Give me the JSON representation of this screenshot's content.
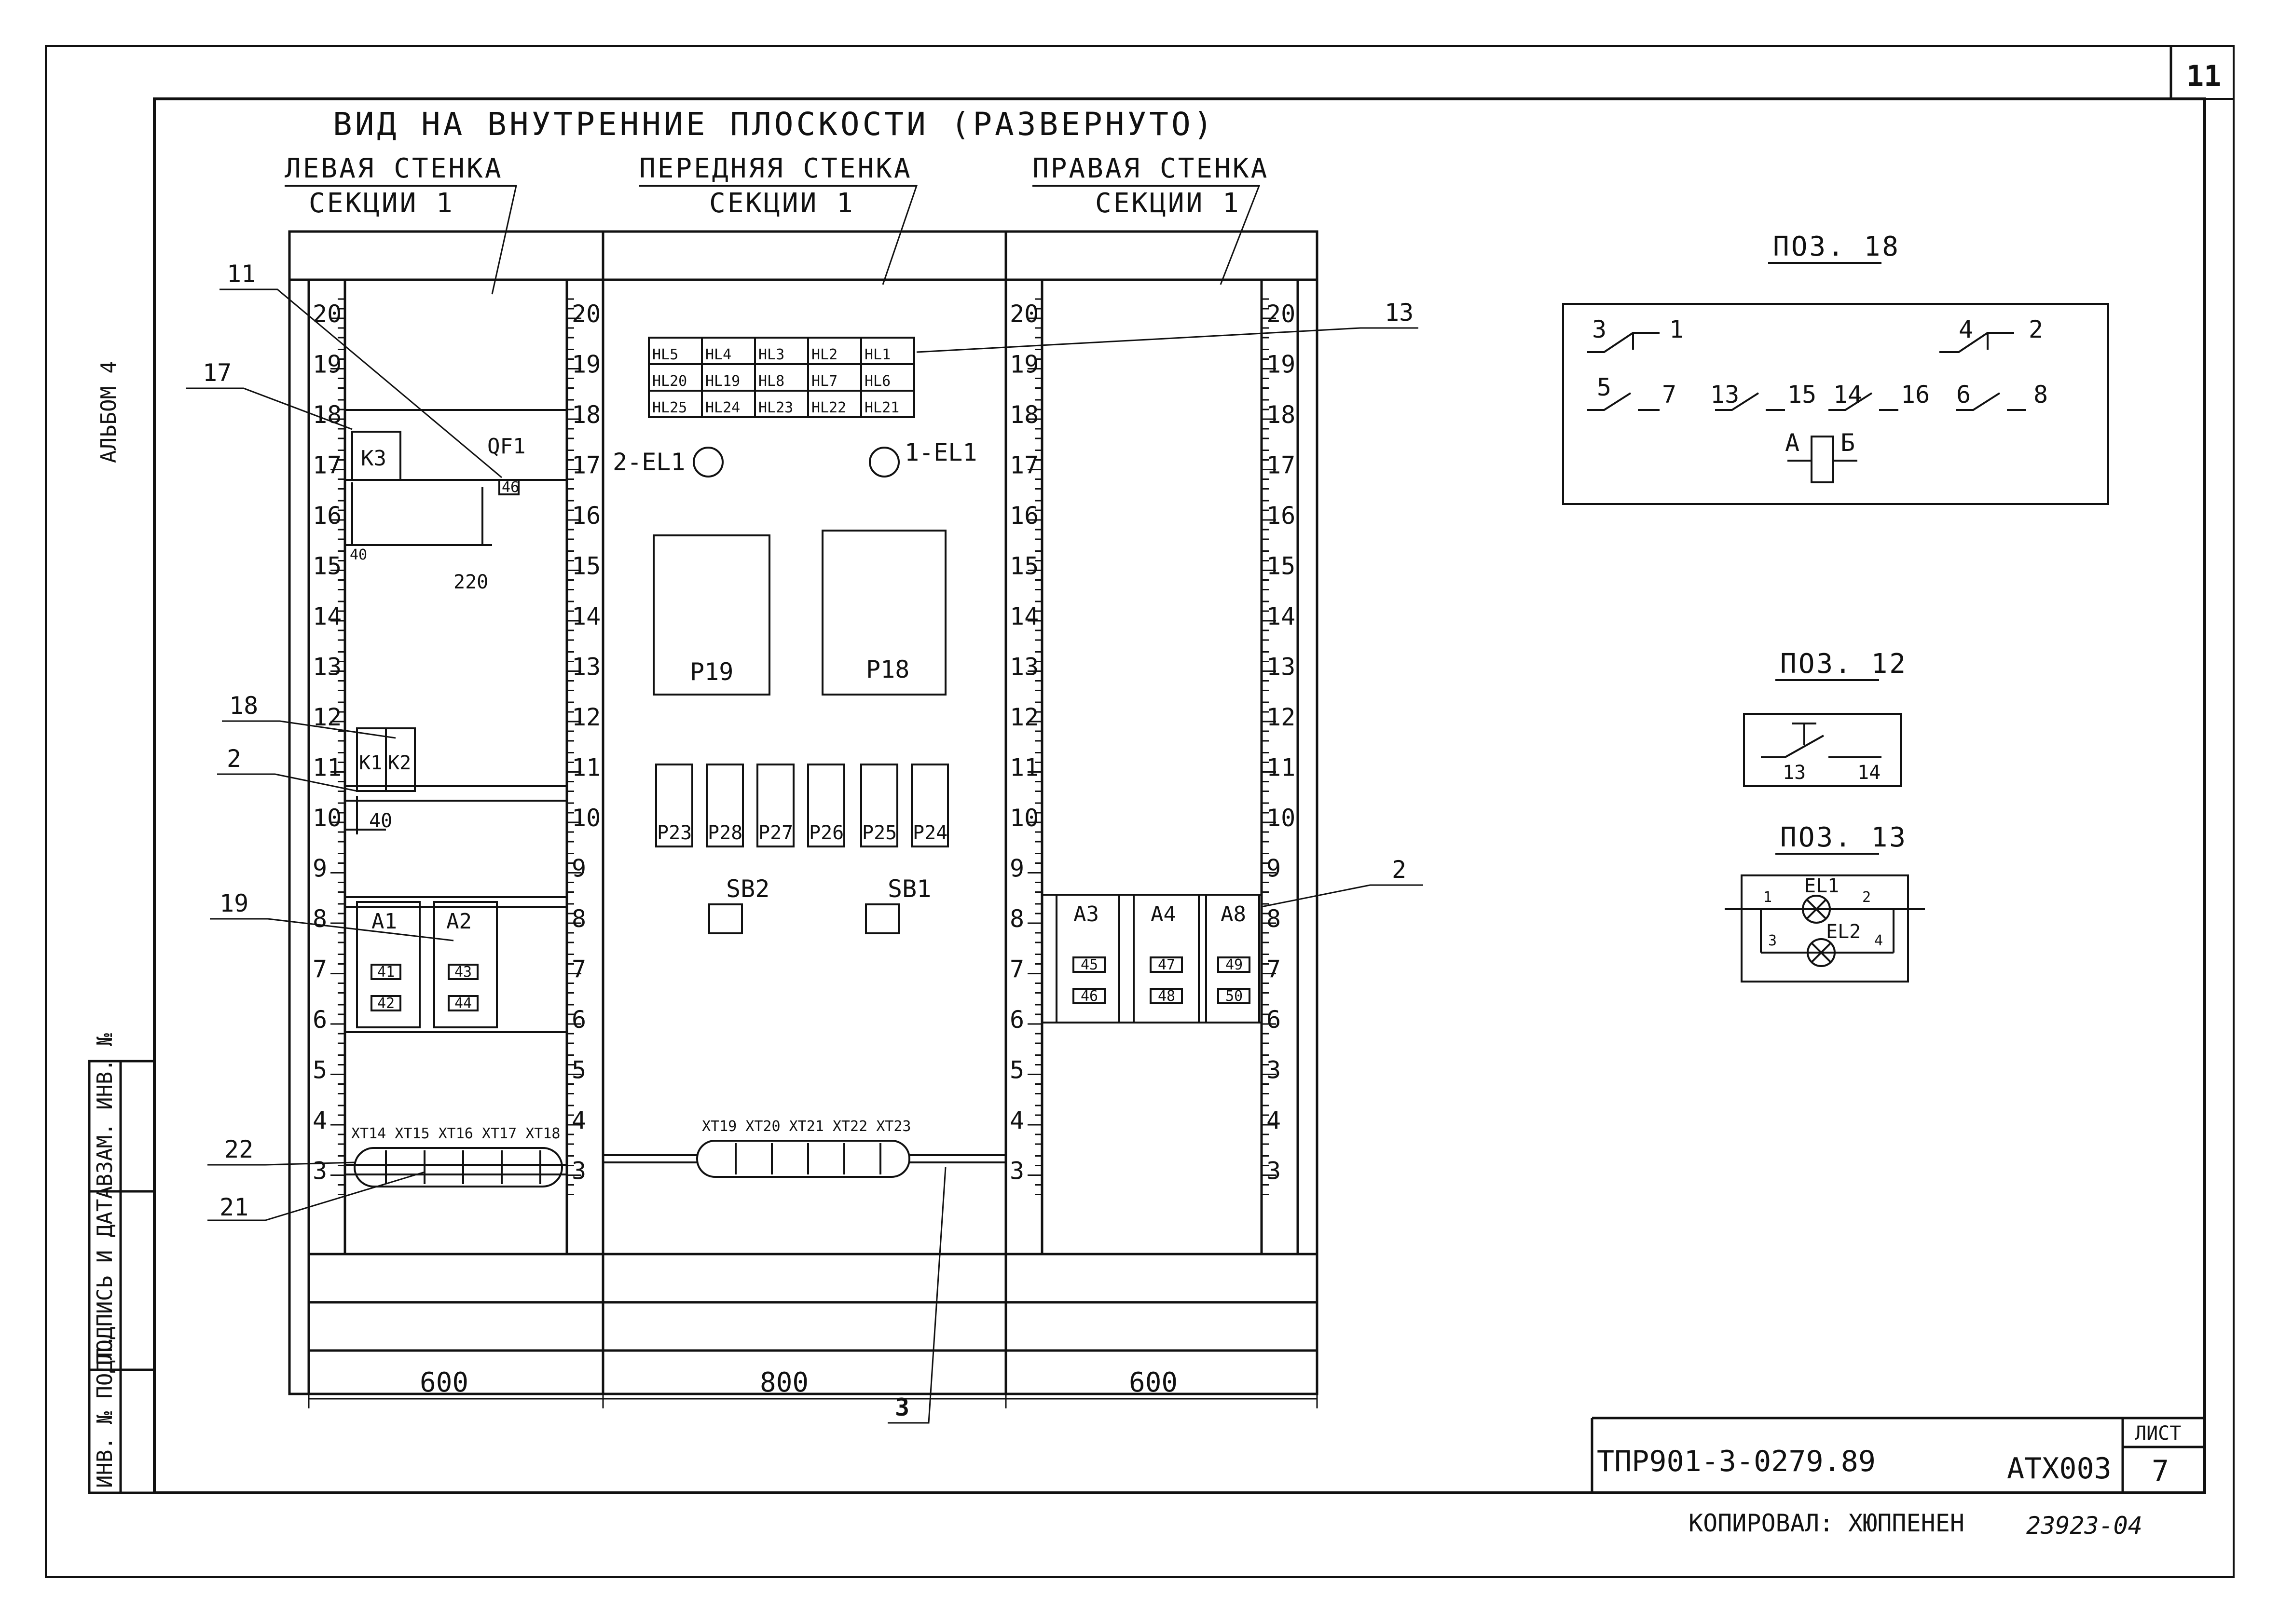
{
  "title": "ВИД НА ВНУТРЕННИЕ ПЛОСКОСТИ (РАЗВЕРНУТО)",
  "sheet_corner": "11",
  "album_label": "АЛЬБОМ 4",
  "walls": {
    "left": {
      "line1": "ЛЕВАЯ СТЕНКА",
      "line2": "СЕКЦИИ 1"
    },
    "front": {
      "line1": "ПЕРЕДНЯЯ СТЕНКА",
      "line2": "СЕКЦИИ 1"
    },
    "right": {
      "line1": "ПРАВАЯ СТЕНКА",
      "line2": "СЕКЦИИ 1"
    }
  },
  "ruler_left": [
    "20",
    "19",
    "18",
    "17",
    "16",
    "15",
    "14",
    "13",
    "12",
    "11",
    "10",
    "9",
    "8",
    "7",
    "6",
    "5",
    "4",
    "3"
  ],
  "ruler_right_panel": [
    "20",
    "19",
    "18",
    "17",
    "16",
    "15",
    "14",
    "13",
    "12",
    "11",
    "10",
    "9",
    "8",
    "7",
    "6",
    "3",
    "4",
    "3"
  ],
  "callouts": {
    "c11": "11",
    "c17": "17",
    "c18": "18",
    "c2_left": "2",
    "c19": "19",
    "c22": "22",
    "c21": "21",
    "c13": "13",
    "c2_right": "2",
    "c3": "3"
  },
  "left_wall": {
    "k3": "K3",
    "qf1": "QF1",
    "qf1_tag": "46",
    "dim_40_top": "40",
    "dim_220": "220",
    "k1": "K1",
    "k2": "K2",
    "dim_40": "40",
    "a1": "A1",
    "a2": "A2",
    "a1_tags": [
      "41",
      "42"
    ],
    "a2_tags": [
      "43",
      "44"
    ],
    "terminals": "XT14 XT15 XT16 XT17 XT18"
  },
  "front_wall": {
    "hl_grid": [
      [
        "HL5",
        "HL4",
        "HL3",
        "HL2",
        "HL1"
      ],
      [
        "HL20",
        "HL19",
        "HL8",
        "HL7",
        "HL6"
      ],
      [
        "HL25",
        "HL24",
        "HL23",
        "HL22",
        "HL21"
      ]
    ],
    "el_2": "2-EL1",
    "el_1": "1-EL1",
    "p19": "P19",
    "p18": "P18",
    "relays": [
      "P23",
      "P28",
      "P27",
      "P26",
      "P25",
      "P24"
    ],
    "sb2": "SB2",
    "sb1": "SB1",
    "terminals": "XT19 XT20 XT21 XT22 XT23"
  },
  "right_wall": {
    "a3": "A3",
    "a4": "A4",
    "a8": "A8",
    "a3_tags": [
      "45",
      "46"
    ],
    "a4_tags": [
      "47",
      "48"
    ],
    "a8_tags": [
      "49",
      "50"
    ]
  },
  "dimensions": {
    "left": "600",
    "front": "800",
    "right": "600"
  },
  "pos18": {
    "title": "ПОЗ. 18",
    "top_contacts": [
      "3",
      "1",
      "4",
      "2"
    ],
    "row_contacts": [
      "5",
      "7",
      "13",
      "15",
      "14",
      "16",
      "6",
      "8"
    ],
    "coil": [
      "А",
      "Б"
    ]
  },
  "pos12": {
    "title": "ПОЗ. 12",
    "contacts": [
      "13",
      "14"
    ]
  },
  "pos13": {
    "title": "ПОЗ. 13",
    "lamps": [
      "EL1",
      "EL2"
    ],
    "contacts": [
      "1",
      "2",
      "3",
      "4"
    ]
  },
  "side_stamp": [
    "ИНВ. № ПОДЛ.",
    "ПОДПИСЬ И ДАТА",
    "ВЗАМ. ИНВ. №"
  ],
  "title_block": {
    "code": "ТПР901-3-0279.89",
    "doc": "АТХ003",
    "sheet_label": "ЛИСТ",
    "sheet_no": "7"
  },
  "copied_by": "КОПИРОВАЛ: ХЮППЕНЕН",
  "inv_no": "23923-04"
}
